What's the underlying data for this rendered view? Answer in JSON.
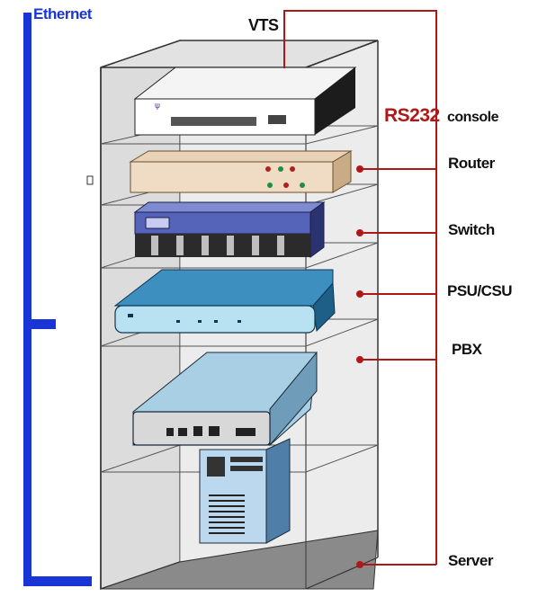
{
  "labels": {
    "ethernet": "Ethernet",
    "vts": "VTS",
    "rs232": "RS232",
    "console": "console",
    "router": "Router",
    "switch": "Switch",
    "psu_csu": "PSU/CSU",
    "pbx": "PBX",
    "server": "Server"
  },
  "colors": {
    "ethernet_bus": "#1a35d6",
    "console_line": "#b01818",
    "rack_fill": "#e4e4e4",
    "rack_edge": "#3a3a3a"
  }
}
